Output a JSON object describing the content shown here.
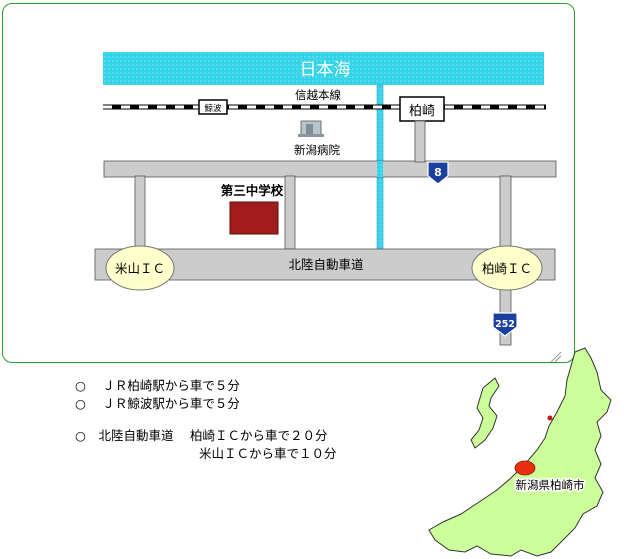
{
  "map": {
    "sea_label": "日本海",
    "rail_line_label": "信越本線",
    "station_kujiranami": "鯨波",
    "station_kashiwazaki": "柏崎",
    "hospital_label": "新潟病院",
    "school_label": "第三中学校",
    "expressway_label": "北陸自動車道",
    "ic_yoneyama": "米山ＩＣ",
    "ic_kashiwazaki": "柏崎ＩＣ",
    "route_8": "8",
    "route_252": "252",
    "colors": {
      "sea": "#35d3e8",
      "road": "#cccccc",
      "school": "#a31c1c",
      "ic": "#ffffcc",
      "route_shield": "#1a3fa0",
      "frame": "#2e9a2e"
    }
  },
  "access": {
    "bullet": "○",
    "lines": [
      "ＪＲ柏崎駅から車で５分",
      "ＪＲ鯨波駅から車で５分"
    ],
    "expressway": "北陸自動車道",
    "ic_lines": [
      "柏崎ＩＣから車で２０分",
      "米山ＩＣから車で１０分"
    ]
  },
  "prefecture": {
    "label": "新潟県柏崎市",
    "colors": {
      "land": "#ccff99",
      "marker": "#e83010",
      "dot": "#c01818"
    }
  }
}
